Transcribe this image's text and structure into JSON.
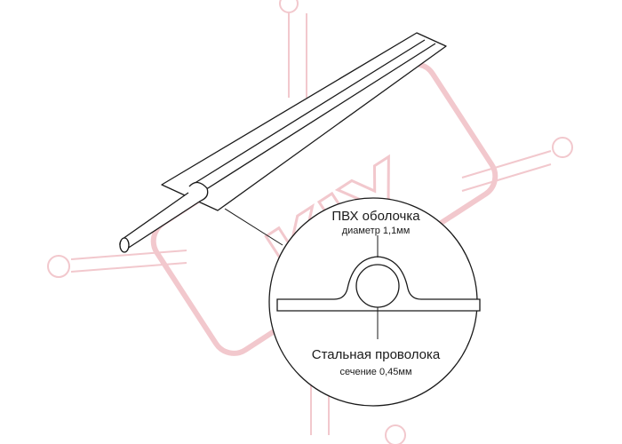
{
  "labels": {
    "sheath_title": "ПВХ оболочка",
    "sheath_detail": "диаметр 1,1мм",
    "wire_title": "Стальная проволока",
    "wire_detail": "сечение 0,45мм"
  },
  "watermark": {
    "text": "KIY",
    "color": "#f2c8cd"
  },
  "colors": {
    "outline": "#1a1a1a",
    "background": "#ffffff"
  }
}
